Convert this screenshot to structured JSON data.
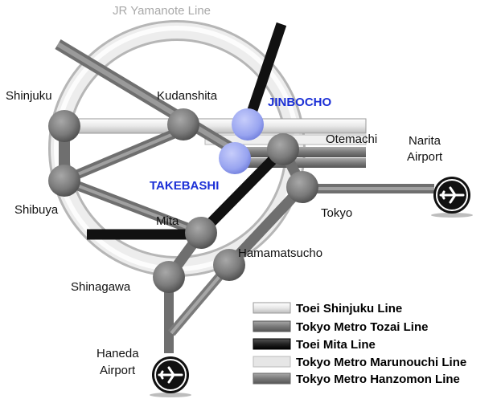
{
  "ring_label": "JR Yamanote  Line",
  "stations": {
    "shinjuku": "Shinjuku",
    "kudanshita": "Kudanshita",
    "jinbocho": "JINBOCHO",
    "otemachi": "Otemachi",
    "takebashi": "TAKEBASHI",
    "shibuya": "Shibuya",
    "mita": "Mita",
    "tokyo": "Tokyo",
    "hamamatsucho": "Hamamatsucho",
    "shinagawa": "Shinagawa"
  },
  "airports": {
    "narita_line1": "Narita",
    "narita_line2": "Airport",
    "haneda_line1": "Haneda",
    "haneda_line2": "Airport"
  },
  "legend": [
    {
      "label": "Toei Shinjuku Line",
      "color": "#d9d9d9"
    },
    {
      "label": "Tokyo Metro Tozai Line",
      "color": "#7a7a7a"
    },
    {
      "label": "Toei Mita Line",
      "color": "#1a1a1a"
    },
    {
      "label": "Tokyo Metro Marunouchi Line",
      "color": "#e6e6e6"
    },
    {
      "label": "Tokyo Metro Hanzomon Line",
      "color": "#8c8c8c"
    }
  ],
  "colors": {
    "highlight_station": "#9aa6f0",
    "highlight_text": "#1b2fd6",
    "station": "#7d7d7d"
  }
}
